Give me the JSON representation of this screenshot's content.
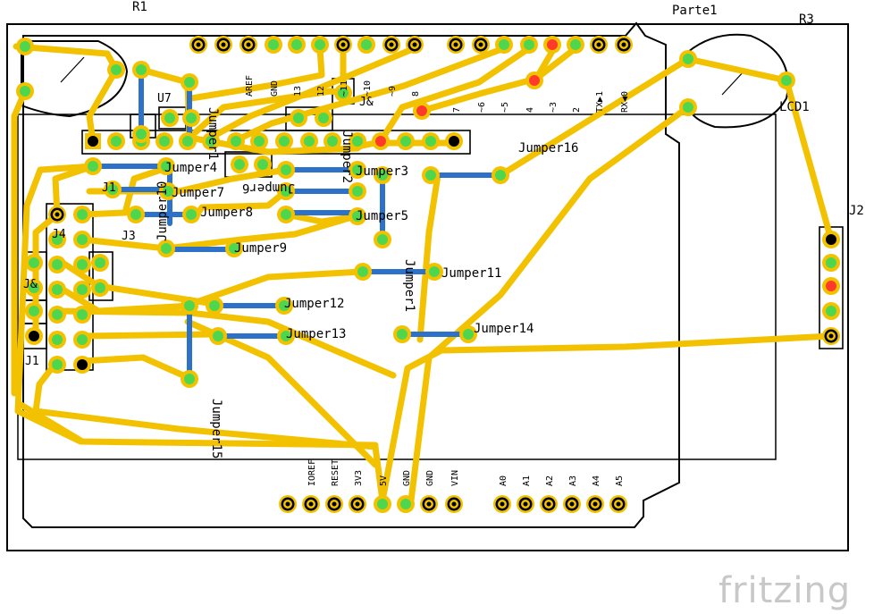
{
  "labels": {
    "r1": "R1",
    "r3": "R3",
    "part1": "Parte1",
    "lcd1": "LCD1",
    "j2": "J2",
    "j4": "J4",
    "j3": "J3",
    "j1a": "J1",
    "j1b": "J1",
    "jamp1": "J&",
    "jamp2": "J&",
    "u7": "U7",
    "brand": "fritzing"
  },
  "jumpers": {
    "j3": "Jumper3",
    "j4": "Jumper4",
    "j5": "Jumper5",
    "j6": "Jumper6",
    "j7": "Jumper7",
    "j8": "Jumper8",
    "j9": "Jumper9",
    "j10": "Jumper10",
    "j11": "Jumper11",
    "j12": "Jumper12",
    "j13": "Jumper13",
    "j14": "Jumper14",
    "j15": "Jumper15",
    "j16": "Jumper16",
    "jv1": "Jumper1",
    "jv2": "Jumper2"
  },
  "header_top_left": [
    "AREF",
    "GND",
    "13",
    "12",
    "~11",
    "~10",
    "~9",
    "8"
  ],
  "header_top_right": [
    "7",
    "~6",
    "~5",
    "4",
    "~3",
    "2",
    "TX▶1",
    "RX◀0"
  ],
  "header_bottom_left": [
    "IOREF",
    "RESET",
    "3V3",
    "5V",
    "GND",
    "GND",
    "VIN"
  ],
  "header_bottom_right": [
    "A0",
    "A1",
    "A2",
    "A3",
    "A4",
    "A5"
  ],
  "colors": {
    "trace": "#f2c200",
    "pad_ring": "#f2c200",
    "pad_green": "#4fd64f",
    "pad_red": "#ff3a2a",
    "jumper_wire": "#2d72c8",
    "outline": "#000000",
    "brand": "#c8c8c8"
  }
}
